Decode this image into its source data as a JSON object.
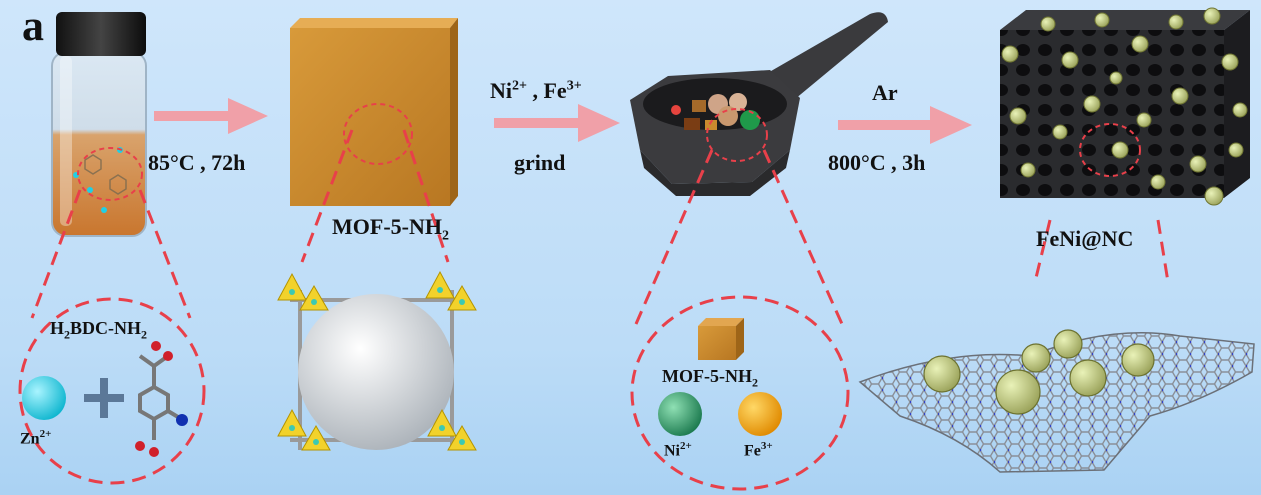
{
  "panel_label": "a",
  "steps": {
    "step1": {
      "condition": "85°C , 72h"
    },
    "step2": {
      "reagent_ni": "Ni",
      "reagent_ni_sup": "2+",
      "reagent_sep": " , ",
      "reagent_fe": "Fe",
      "reagent_fe_sup": "3+",
      "condition": "grind"
    },
    "step3": {
      "gas": "Ar",
      "condition": "800°C , 3h"
    }
  },
  "products": {
    "mof": {
      "name": "MOF-5-NH",
      "sub": "2"
    },
    "final": {
      "name": "FeNi@NC"
    }
  },
  "zoom_linker": {
    "pre": "H",
    "pre_sub": "2",
    "mid": "BDC-NH",
    "post_sub": "2",
    "zn": "Zn",
    "zn_sup": "2+"
  },
  "zoom_mix": {
    "mof": "MOF-5-NH",
    "mof_sub": "2",
    "ni": "Ni",
    "ni_sup": "2+",
    "fe": "Fe",
    "fe_sup": "3+"
  },
  "colors": {
    "arrow": "#f0a0a8",
    "dash": "#e8404a",
    "mof": "#c98a2e",
    "ni": "#2e9b6a",
    "fe": "#f2a10c",
    "zn": "#19c9e0",
    "carbon": "#2e2e30"
  }
}
